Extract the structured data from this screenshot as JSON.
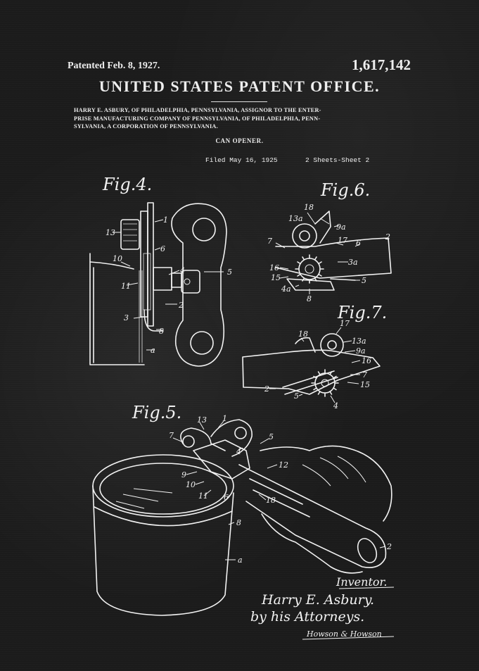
{
  "header": {
    "patented": "Patented Feb. 8, 1927.",
    "patent_number": "1,617,142",
    "office": "UNITED STATES PATENT OFFICE.",
    "assignee_lines": [
      "HARRY E. ASBURY, OF PHILADELPHIA, PENNSYLVANIA, ASSIGNOR TO THE ENTER-",
      "PRISE MANUFACTURING COMPANY OF PENNSYLVANIA, OF PHILADELPHIA, PENN-",
      "SYLVANIA, A CORPORATION OF PENNSYLVANIA."
    ],
    "invention_title": "CAN OPENER.",
    "filed": "Filed May 16, 1925",
    "sheets": "2 Sheets-Sheet 2"
  },
  "figures": {
    "fig4": {
      "title": "Fig.4.",
      "labels": [
        "1",
        "13",
        "6",
        "10",
        "4",
        "5",
        "11",
        "2",
        "3",
        "8",
        "a"
      ]
    },
    "fig6": {
      "title": "Fig.6.",
      "labels": [
        "18",
        "13a",
        "9a",
        "7",
        "17",
        "6",
        "2",
        "3a",
        "16",
        "15",
        "4a",
        "8",
        "5"
      ]
    },
    "fig7": {
      "title": "Fig.7.",
      "labels": [
        "18",
        "17",
        "13a",
        "9a",
        "16",
        "7",
        "15",
        "2",
        "5",
        "4"
      ]
    },
    "fig5": {
      "title": "Fig.5.",
      "labels": [
        "7",
        "13",
        "1",
        "5",
        "4",
        "9",
        "12",
        "10",
        "11",
        "6",
        "18",
        "8",
        "2",
        "a"
      ]
    }
  },
  "signature": {
    "inventor_caption": "Inventor.",
    "inventor_name": "Harry E. Asbury.",
    "attorneys": "by his Attorneys.",
    "firm_signature": "Howson & Howson"
  },
  "colors": {
    "background": "#1b1b1b",
    "ink": "#f2f2f2"
  }
}
